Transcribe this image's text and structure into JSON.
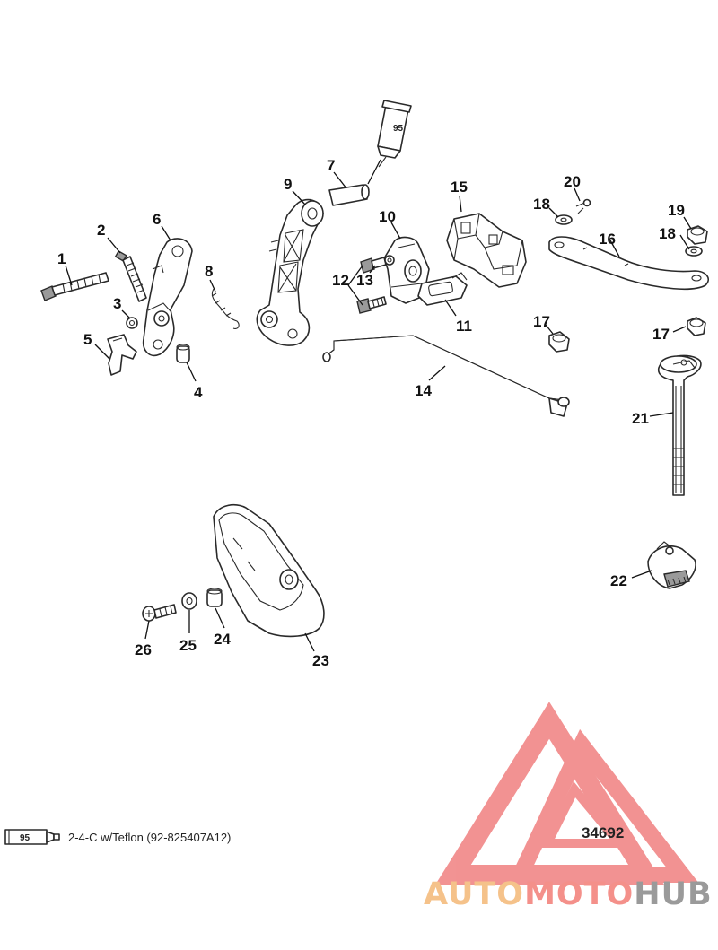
{
  "callouts": {
    "p1": "1",
    "p2": "2",
    "p3": "3",
    "p4": "4",
    "p5": "5",
    "p6": "6",
    "p7": "7",
    "p8": "8",
    "p9": "9",
    "p10": "10",
    "p11": "11",
    "p12": "12",
    "p13": "13",
    "p14": "14",
    "p15": "15",
    "p16": "16",
    "p17a": "17",
    "p17b": "17",
    "p18a": "18",
    "p18b": "18",
    "p19": "19",
    "p20": "20",
    "p21": "21",
    "p22": "22",
    "p23": "23",
    "p24": "24",
    "p25": "25",
    "p26": "26"
  },
  "sealant_tube_code": "95",
  "legend": {
    "tube_code": "95",
    "text": "2-4-C w/Teflon (92-825407A12)"
  },
  "figure_number": "34692",
  "watermark": {
    "word_part1": "AUTO",
    "word_part2": "MOTO",
    "word_part3": "HUB",
    "colors": {
      "logo": "#f08080",
      "auto": "#f5c28a",
      "moto": "#f4908a",
      "hub": "#9a9a9a"
    }
  }
}
